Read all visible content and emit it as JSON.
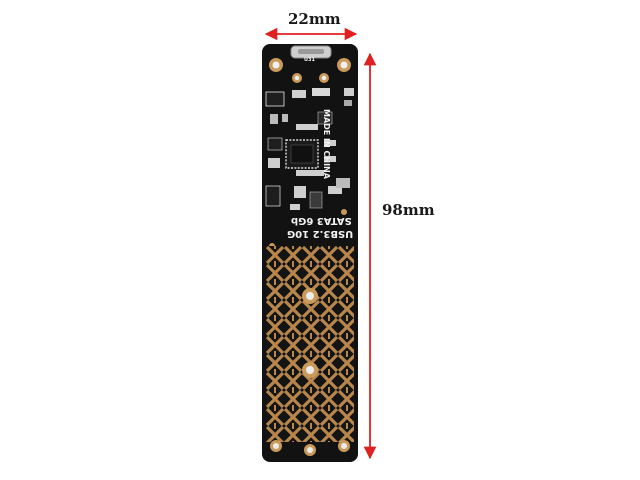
{
  "dimensions": {
    "width_label": "22mm",
    "height_label": "98mm"
  },
  "board": {
    "made_in": "MADE IN CHINA",
    "interface_line1": "USB3.2 10G",
    "interface_line2": "SATA3 6Gb",
    "ic_label": "U31"
  },
  "colors": {
    "dimension_arrow": "#e02020",
    "pcb": "#121212",
    "copper": "#b8864b",
    "dim_text": "#1a1a1a"
  }
}
